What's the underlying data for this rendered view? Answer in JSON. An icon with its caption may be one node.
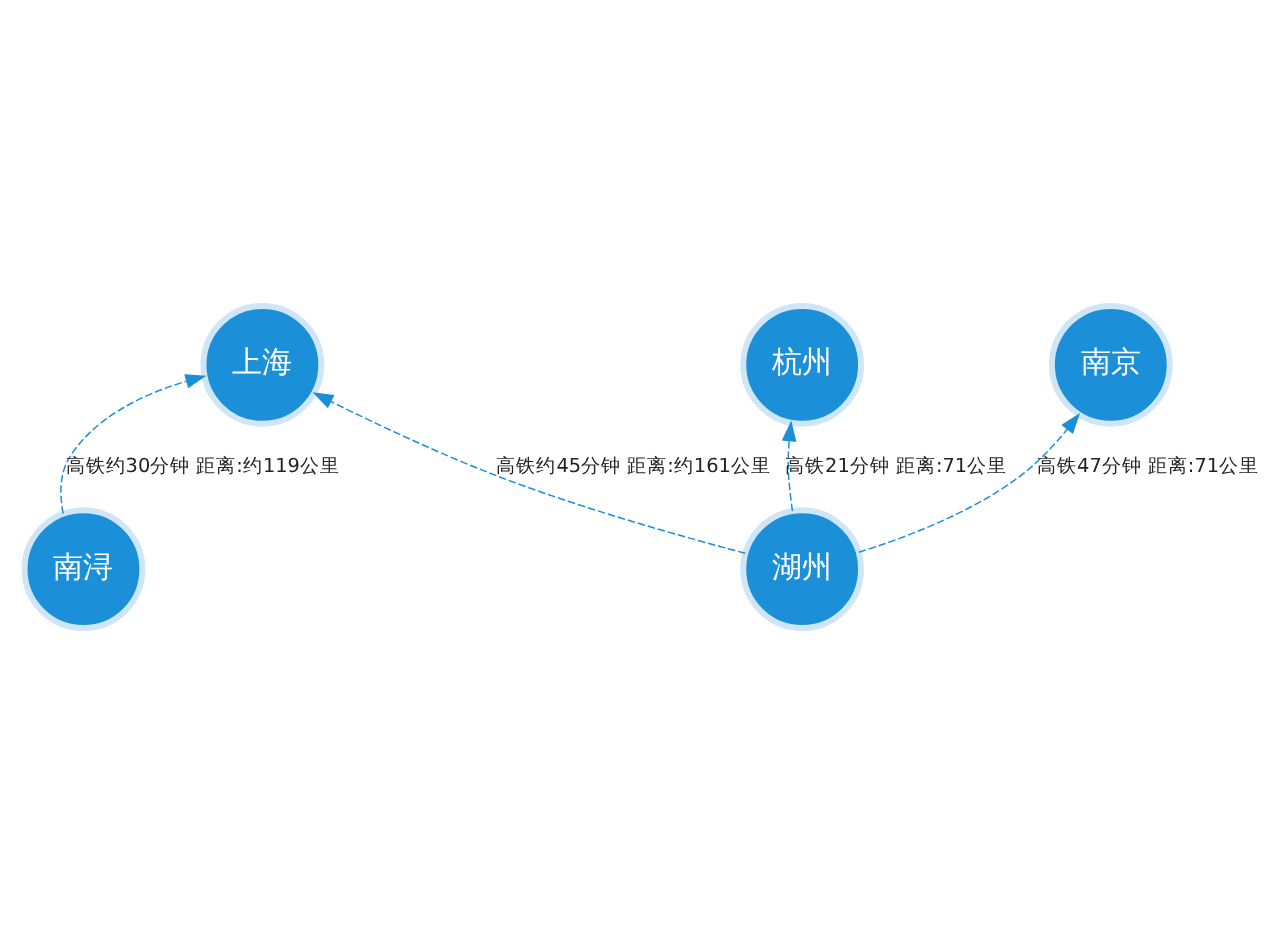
{
  "diagram": {
    "nodes": [
      {
        "text": [
          "南京"
        ]
      },
      {
        "text": [
          "上海"
        ]
      },
      {
        "text": [
          "湖州"
        ]
      },
      {
        "text": [
          "南浔"
        ]
      },
      {
        "text": [
          "杭州"
        ]
      }
    ],
    "edges": [
      {
        "from": 2,
        "to": 0,
        "arrow": "to",
        "style": "dashed",
        "label": "高铁47分钟 距离:71公里"
      },
      {
        "from": 2,
        "to": 1,
        "arrow": "to",
        "style": "dashed",
        "label": "高铁约45分钟 距离:约161公里"
      },
      {
        "from": 3,
        "to": 1,
        "arrow": "to",
        "style": "dashed",
        "label": "高铁约30分钟 距离:约119公里"
      },
      {
        "from": 2,
        "to": 4,
        "arrow": "to",
        "style": "dashed",
        "label": "高铁21分钟 距离:71公里"
      }
    ]
  }
}
